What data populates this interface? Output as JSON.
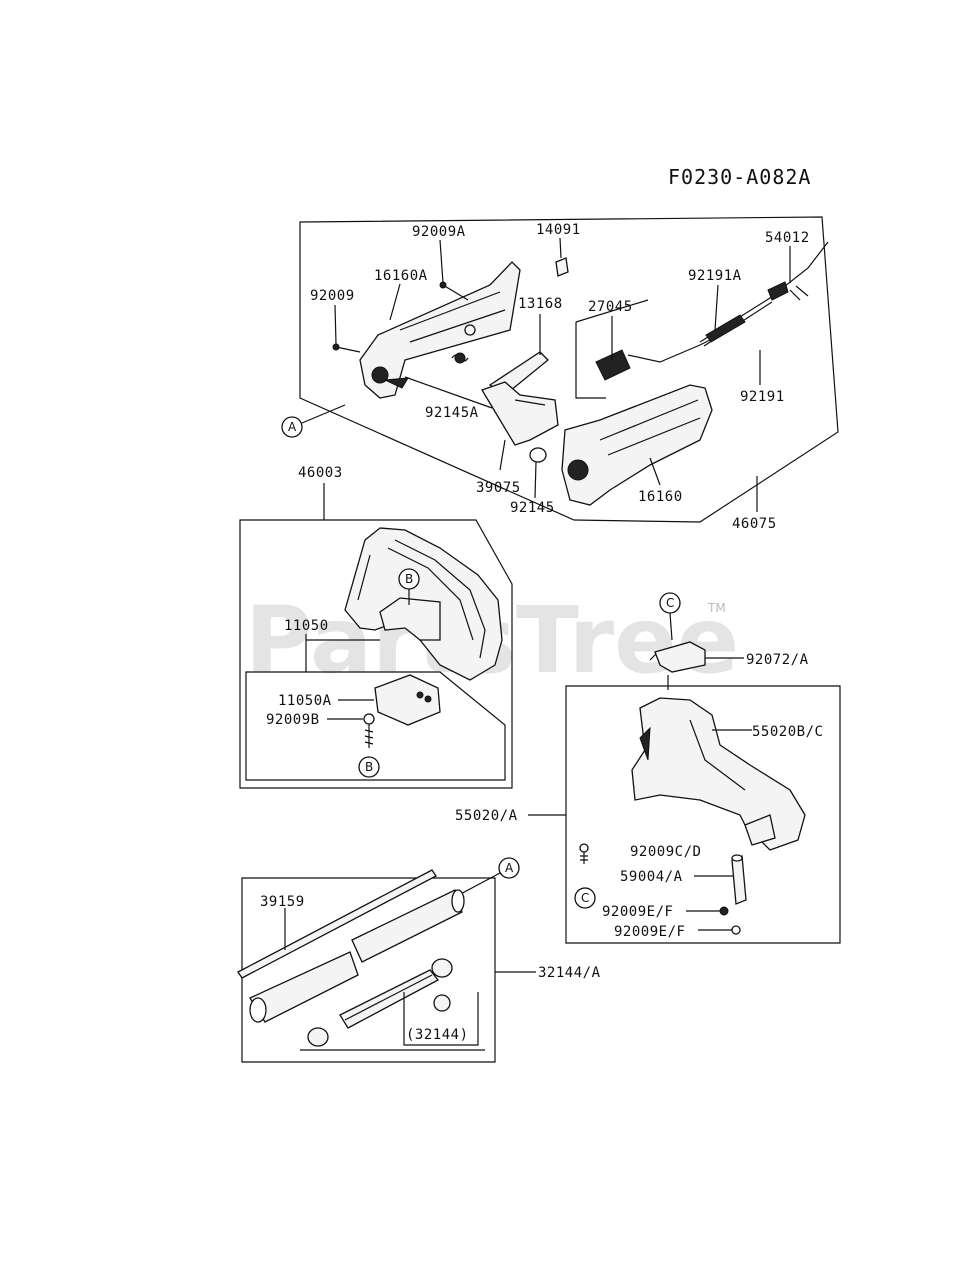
{
  "figure_code": "F0230-A082A",
  "watermark": {
    "text": "PartsTree",
    "tm": "TM"
  },
  "callouts": {
    "a": "A",
    "b": "B",
    "c": "C"
  },
  "parts": {
    "p92009A": "92009A",
    "p14091": "14091",
    "p54012": "54012",
    "p16160A": "16160A",
    "p92191A": "92191A",
    "p92009": "92009",
    "p13168": "13168",
    "p27045": "27045",
    "p92191": "92191",
    "p92145A": "92145A",
    "p39075": "39075",
    "p92145": "92145",
    "p16160": "16160",
    "p46075": "46075",
    "p46003": "46003",
    "p11050": "11050",
    "p11050A": "11050A",
    "p92009B": "92009B",
    "p92072A": "92072/A",
    "p55020BC": "55020B/C",
    "p55020A": "55020/A",
    "p92009CD": "92009C/D",
    "p59004A": "59004/A",
    "p92009EF1": "92009E/F",
    "p92009EF2": "92009E/F",
    "p39159": "39159",
    "p32144A": "32144/A",
    "p32144paren": "(32144)"
  }
}
